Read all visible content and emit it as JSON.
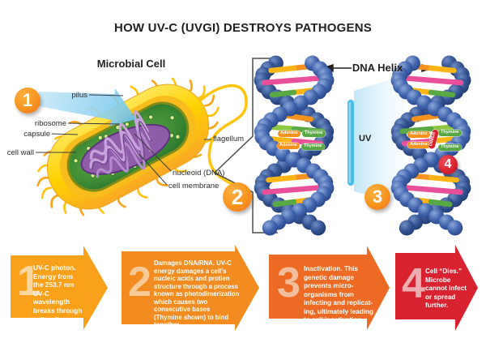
{
  "title": "HOW UV-C (UVGI) DESTROYS PATHOGENS",
  "cell": {
    "heading": "Microbial Cell",
    "labels": {
      "pilus": "pilus",
      "ribosome": "ribosome",
      "capsule": "capsule",
      "cell_wall": "cell wall",
      "nucleoid": "nucleoid (DNA)",
      "cell_membrane": "cell membrane",
      "flagellum": "flagellum"
    }
  },
  "helix": {
    "heading": "DNA Helix",
    "uv_label": "UV",
    "tags": {
      "adenine": "Adenine",
      "thymine": "Thymine",
      "dimer": "DIMER"
    }
  },
  "badges": {
    "one": "1",
    "two": "2",
    "three": "3",
    "four": "4"
  },
  "steps": [
    {
      "number": "1",
      "text": "UV-C photon. Energy from the 253.7 nm UV-C wavelength breaks through cell wall.",
      "color": "#F9A11B",
      "num_color": "#FAD7A1"
    },
    {
      "number": "2",
      "text": "Damages DNA/RNA. UV-C energy damages a cell's nucleic acids and protien structure through a process known as photodimerization which causes two consecutive bases (Thymine shown) to bind together.",
      "color": "#F28B20",
      "num_color": "#F8CB96"
    },
    {
      "number": "3",
      "text": "Inactivation. This genetic damage prevents micro-organisms from infecting and replicat- ing, ultimately leading to cell inactivation.",
      "color": "#ED6A24",
      "num_color": "#F4BD9B"
    },
    {
      "number": "4",
      "text": "Cell “Dies.” Microbe cannot infect or spread further.",
      "color": "#D8222F",
      "num_color": "#ECAEB1"
    }
  ],
  "palette": {
    "badge_orange": "#F7941E",
    "badge_red": "#D8222F",
    "helix_blue": "#3F63AD",
    "rung_orange": "#F6921E",
    "rung_gold": "#FDB515",
    "rung_magenta": "#E8509A",
    "rung_green": "#58A843",
    "rung_lightgreen": "#8DC63F",
    "uv_beam_blue": "#6FC4EC",
    "cell_yellow": "#FFD71C",
    "cell_green": "#57A63E",
    "nucleoid_purple": "#8E5CA9"
  }
}
